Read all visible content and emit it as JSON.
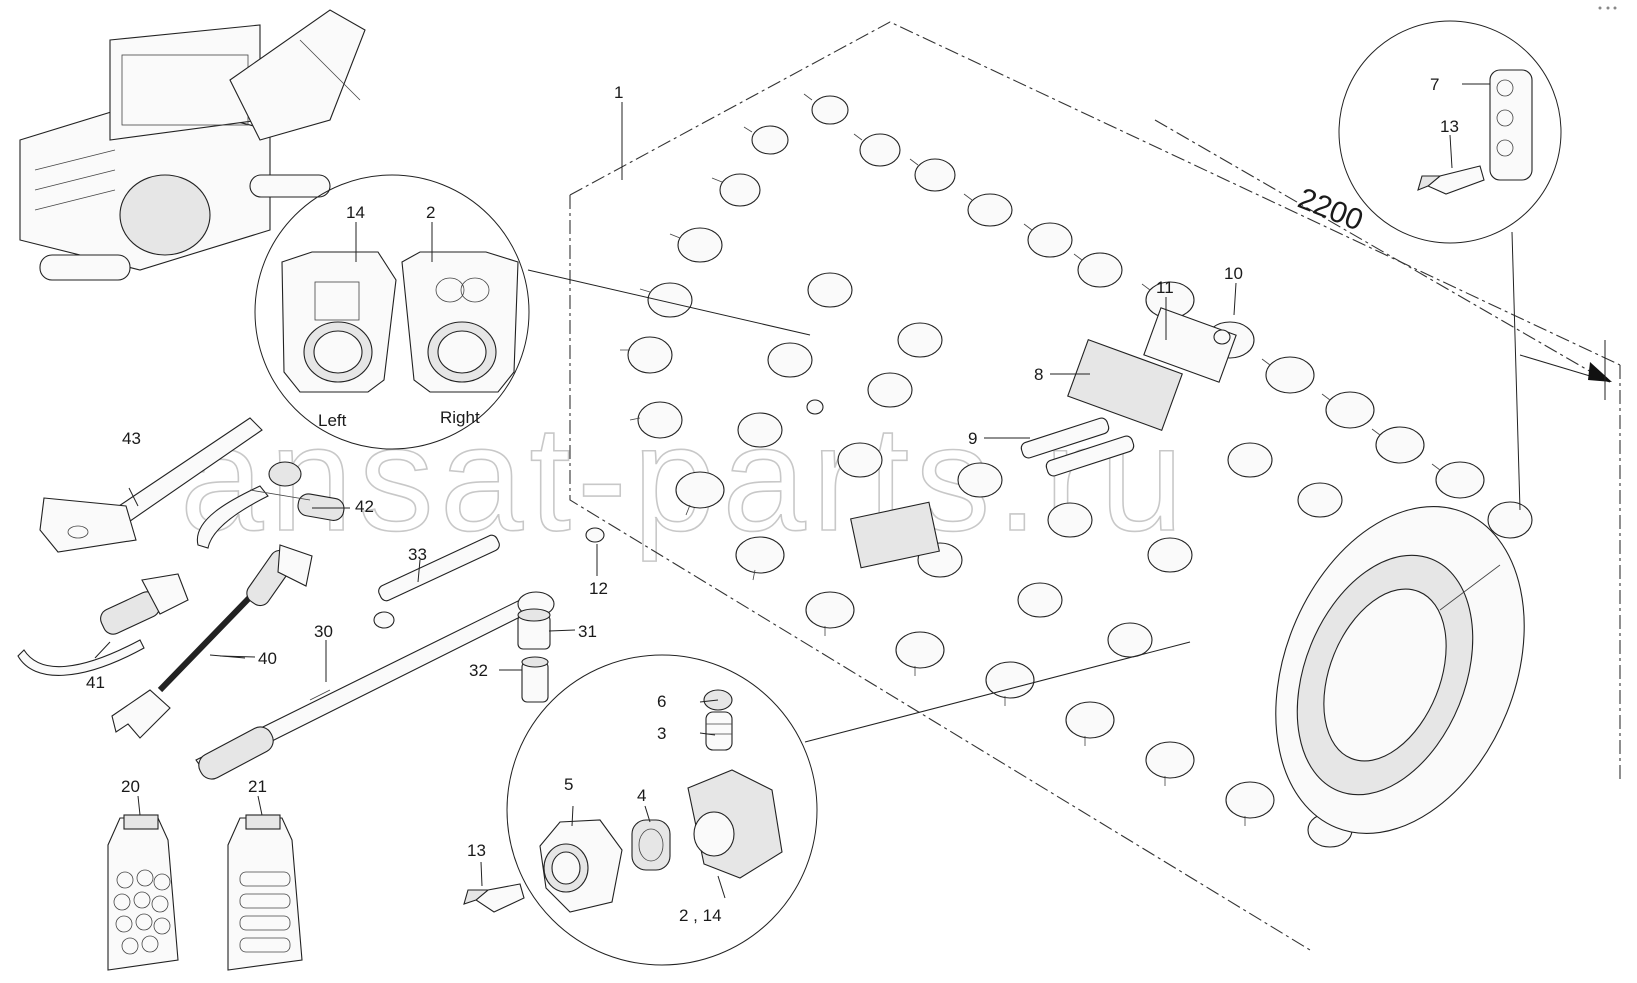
{
  "diagram": {
    "dimension_label": "2200",
    "watermark": "ansat-parts.ru",
    "detail_left_right": {
      "left_label": "Left",
      "right_label": "Right"
    },
    "callouts": {
      "c1": "1",
      "c2": "2",
      "c3": "3",
      "c4": "4",
      "c5": "5",
      "c6": "6",
      "c7": "7",
      "c8": "8",
      "c9": "9",
      "c10": "10",
      "c11": "11",
      "c12": "12",
      "c13a": "13",
      "c13b": "13",
      "c14": "14",
      "c2_14": "2 , 14",
      "c20": "20",
      "c21": "21",
      "c30": "30",
      "c31": "31",
      "c32": "32",
      "c33": "33",
      "c40": "40",
      "c41": "41",
      "c42": "42",
      "c43": "43"
    }
  }
}
